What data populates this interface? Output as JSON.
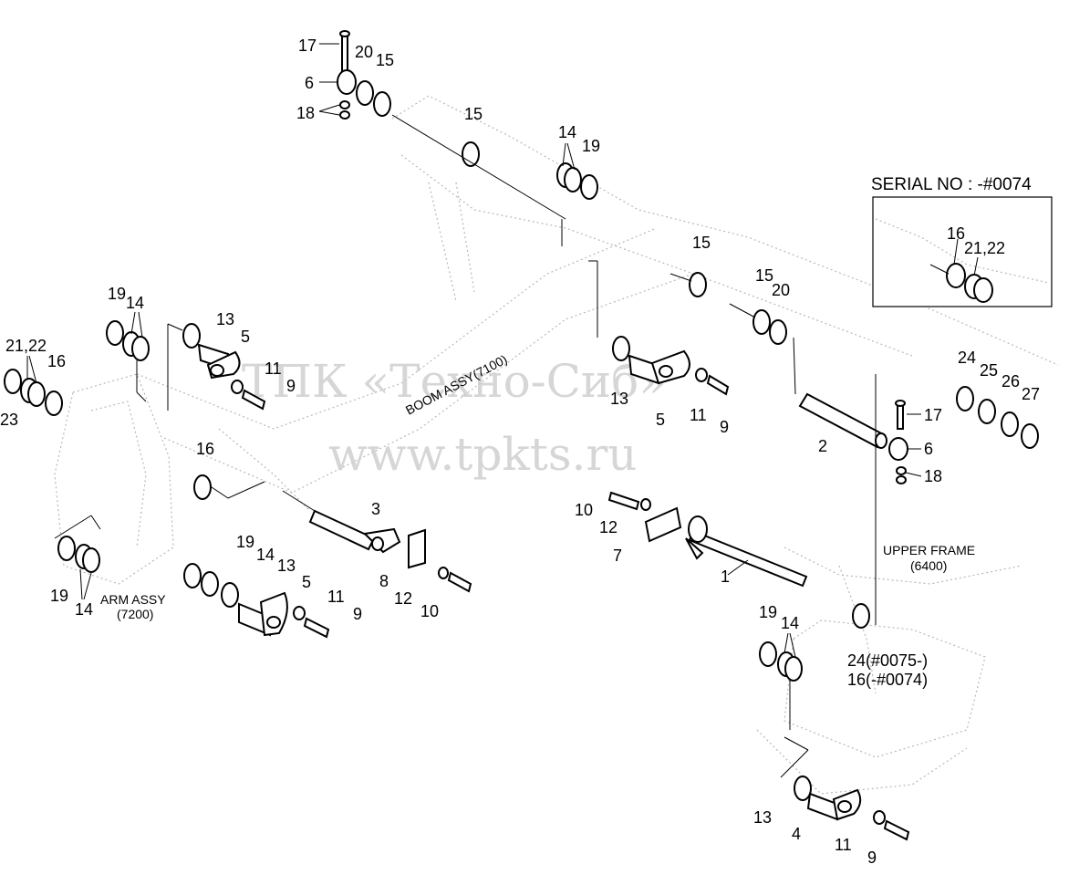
{
  "watermark": {
    "line1": "ТПК «Техно-Сиб»",
    "line2": "www.tpkts.ru"
  },
  "labels": {
    "boom_assy": "BOOM ASSY(7100)",
    "arm_assy": "ARM ASSY",
    "arm_assy_code": "(7200)",
    "upper_frame": "UPPER FRAME",
    "upper_frame_code": "(6400)",
    "serial_no": "SERIAL NO : -#0074",
    "part_24_note": "24(#0075-)",
    "part_16_note": "16(-#0074)"
  },
  "callouts": [
    "1",
    "2",
    "3",
    "4",
    "5",
    "6",
    "7",
    "8",
    "9",
    "10",
    "11",
    "12",
    "13",
    "14",
    "15",
    "16",
    "17",
    "18",
    "19",
    "20",
    "21,22",
    "23",
    "24",
    "25",
    "26",
    "27"
  ]
}
